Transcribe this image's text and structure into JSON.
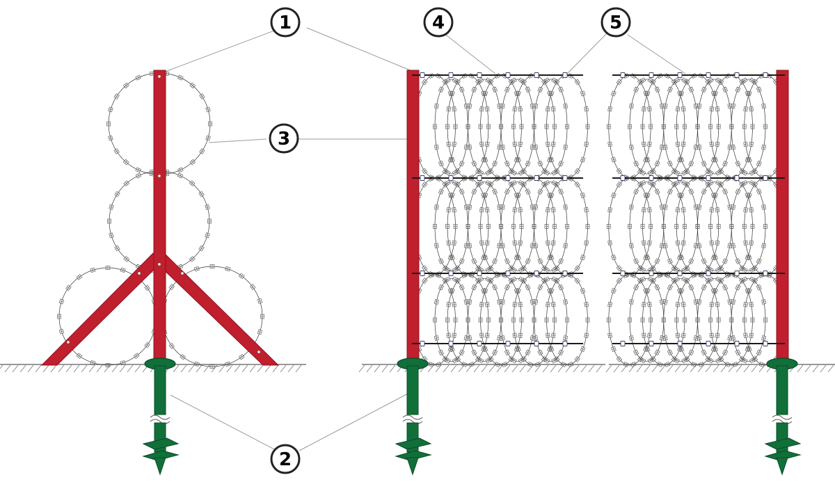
{
  "callouts": [
    {
      "id": "1",
      "label": "1"
    },
    {
      "id": "2",
      "label": "2"
    },
    {
      "id": "3",
      "label": "3"
    },
    {
      "id": "4",
      "label": "4"
    },
    {
      "id": "5",
      "label": "5"
    }
  ],
  "colors": {
    "post": "#c01f2e",
    "post_edge": "#8e1420",
    "anchor": "#11703a",
    "anchor_edge": "#0a4a26",
    "wire": "#333333",
    "barb": "#666666",
    "leader": "#9a9a9a",
    "ground": "#777777",
    "background": "#ffffff"
  },
  "icons": [
    "callout-circle-icon",
    "ground-hatch-icon",
    "screw-anchor-icon",
    "razor-wire-coil-icon"
  ]
}
